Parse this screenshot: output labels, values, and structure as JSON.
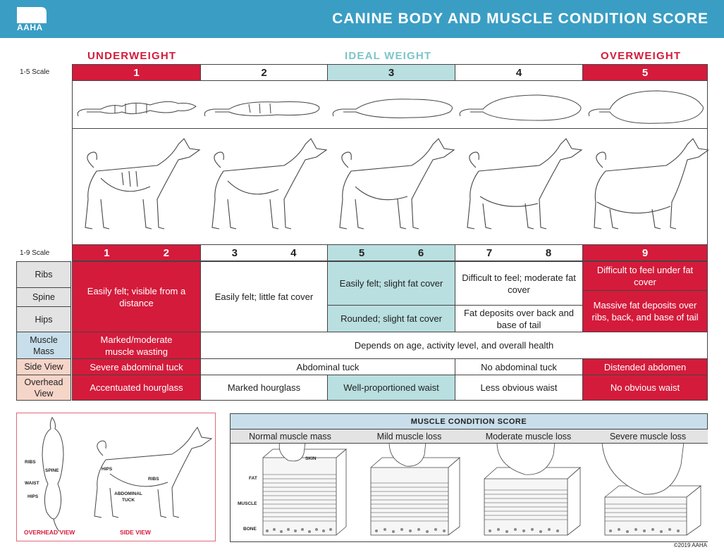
{
  "header": {
    "logo_text": "AAHA",
    "title": "CANINE BODY AND MUSCLE CONDITION SCORE"
  },
  "categories": {
    "underweight": "UNDERWEIGHT",
    "ideal": "IDEAL WEIGHT",
    "overweight": "OVERWEIGHT"
  },
  "scale5": {
    "label": "1-5 Scale",
    "values": [
      "1",
      "2",
      "3",
      "4",
      "5"
    ]
  },
  "scale9": {
    "label": "1-9 Scale",
    "values": [
      "1",
      "2",
      "3",
      "4",
      "5",
      "6",
      "7",
      "8",
      "9"
    ]
  },
  "row_labels": {
    "ribs": "Ribs",
    "spine": "Spine",
    "hips": "Hips",
    "muscle_mass": "Muscle Mass",
    "side_view": "Side View",
    "overhead_view": "Overhead View"
  },
  "cells": {
    "under_ribs_spine_hips": "Easily felt; visible from a distance",
    "score2_ribs_spine_hips": "Easily felt; little fat cover",
    "ideal_ribs_spine": "Easily felt; slight fat cover",
    "ideal_hips": "Rounded; slight fat cover",
    "score4_ribs_spine": "Difficult to feel; moderate fat cover",
    "score4_hips": "Fat deposits over back and base of tail",
    "over_ribs": "Difficult to feel under fat cover",
    "over_spine_hips": "Massive fat deposits over ribs, back, and base of tail",
    "under_muscle": "Marked/moderate muscle wasting",
    "other_muscle": "Depends on age, activity level, and overall health",
    "under_side": "Severe abdominal tuck",
    "mid_side": "Abdominal tuck",
    "score4_side": "No abdominal tuck",
    "over_side": "Distended abdomen",
    "under_overhead": "Accentuated hourglass",
    "score2_overhead": "Marked hourglass",
    "ideal_overhead": "Well-proportioned waist",
    "score4_overhead": "Less obvious waist",
    "over_overhead": "No obvious waist"
  },
  "anatomy": {
    "labels": {
      "ribs": "RIBS",
      "spine": "SPINE",
      "waist": "WAIST",
      "hips_top": "HIPS",
      "hips_side": "HIPS",
      "ribs_side": "RIBS",
      "abdominal_tuck": "ABDOMINAL TUCK"
    },
    "overhead_caption": "OVERHEAD VIEW",
    "side_caption": "SIDE VIEW"
  },
  "muscle_condition": {
    "title": "MUSCLE CONDITION SCORE",
    "columns": [
      "Normal muscle mass",
      "Mild muscle loss",
      "Moderate muscle loss",
      "Severe muscle loss"
    ],
    "layer_labels": {
      "skin": "SKIN",
      "fat": "FAT",
      "muscle": "MUSCLE",
      "bone": "BONE"
    }
  },
  "footer": {
    "copyright": "©2019 AAHA"
  },
  "colors": {
    "header_blue": "#3a9ec4",
    "underweight_red": "#d41b3b",
    "ideal_teal": "#b9dfe0",
    "ideal_text": "#7ec4c8"
  }
}
